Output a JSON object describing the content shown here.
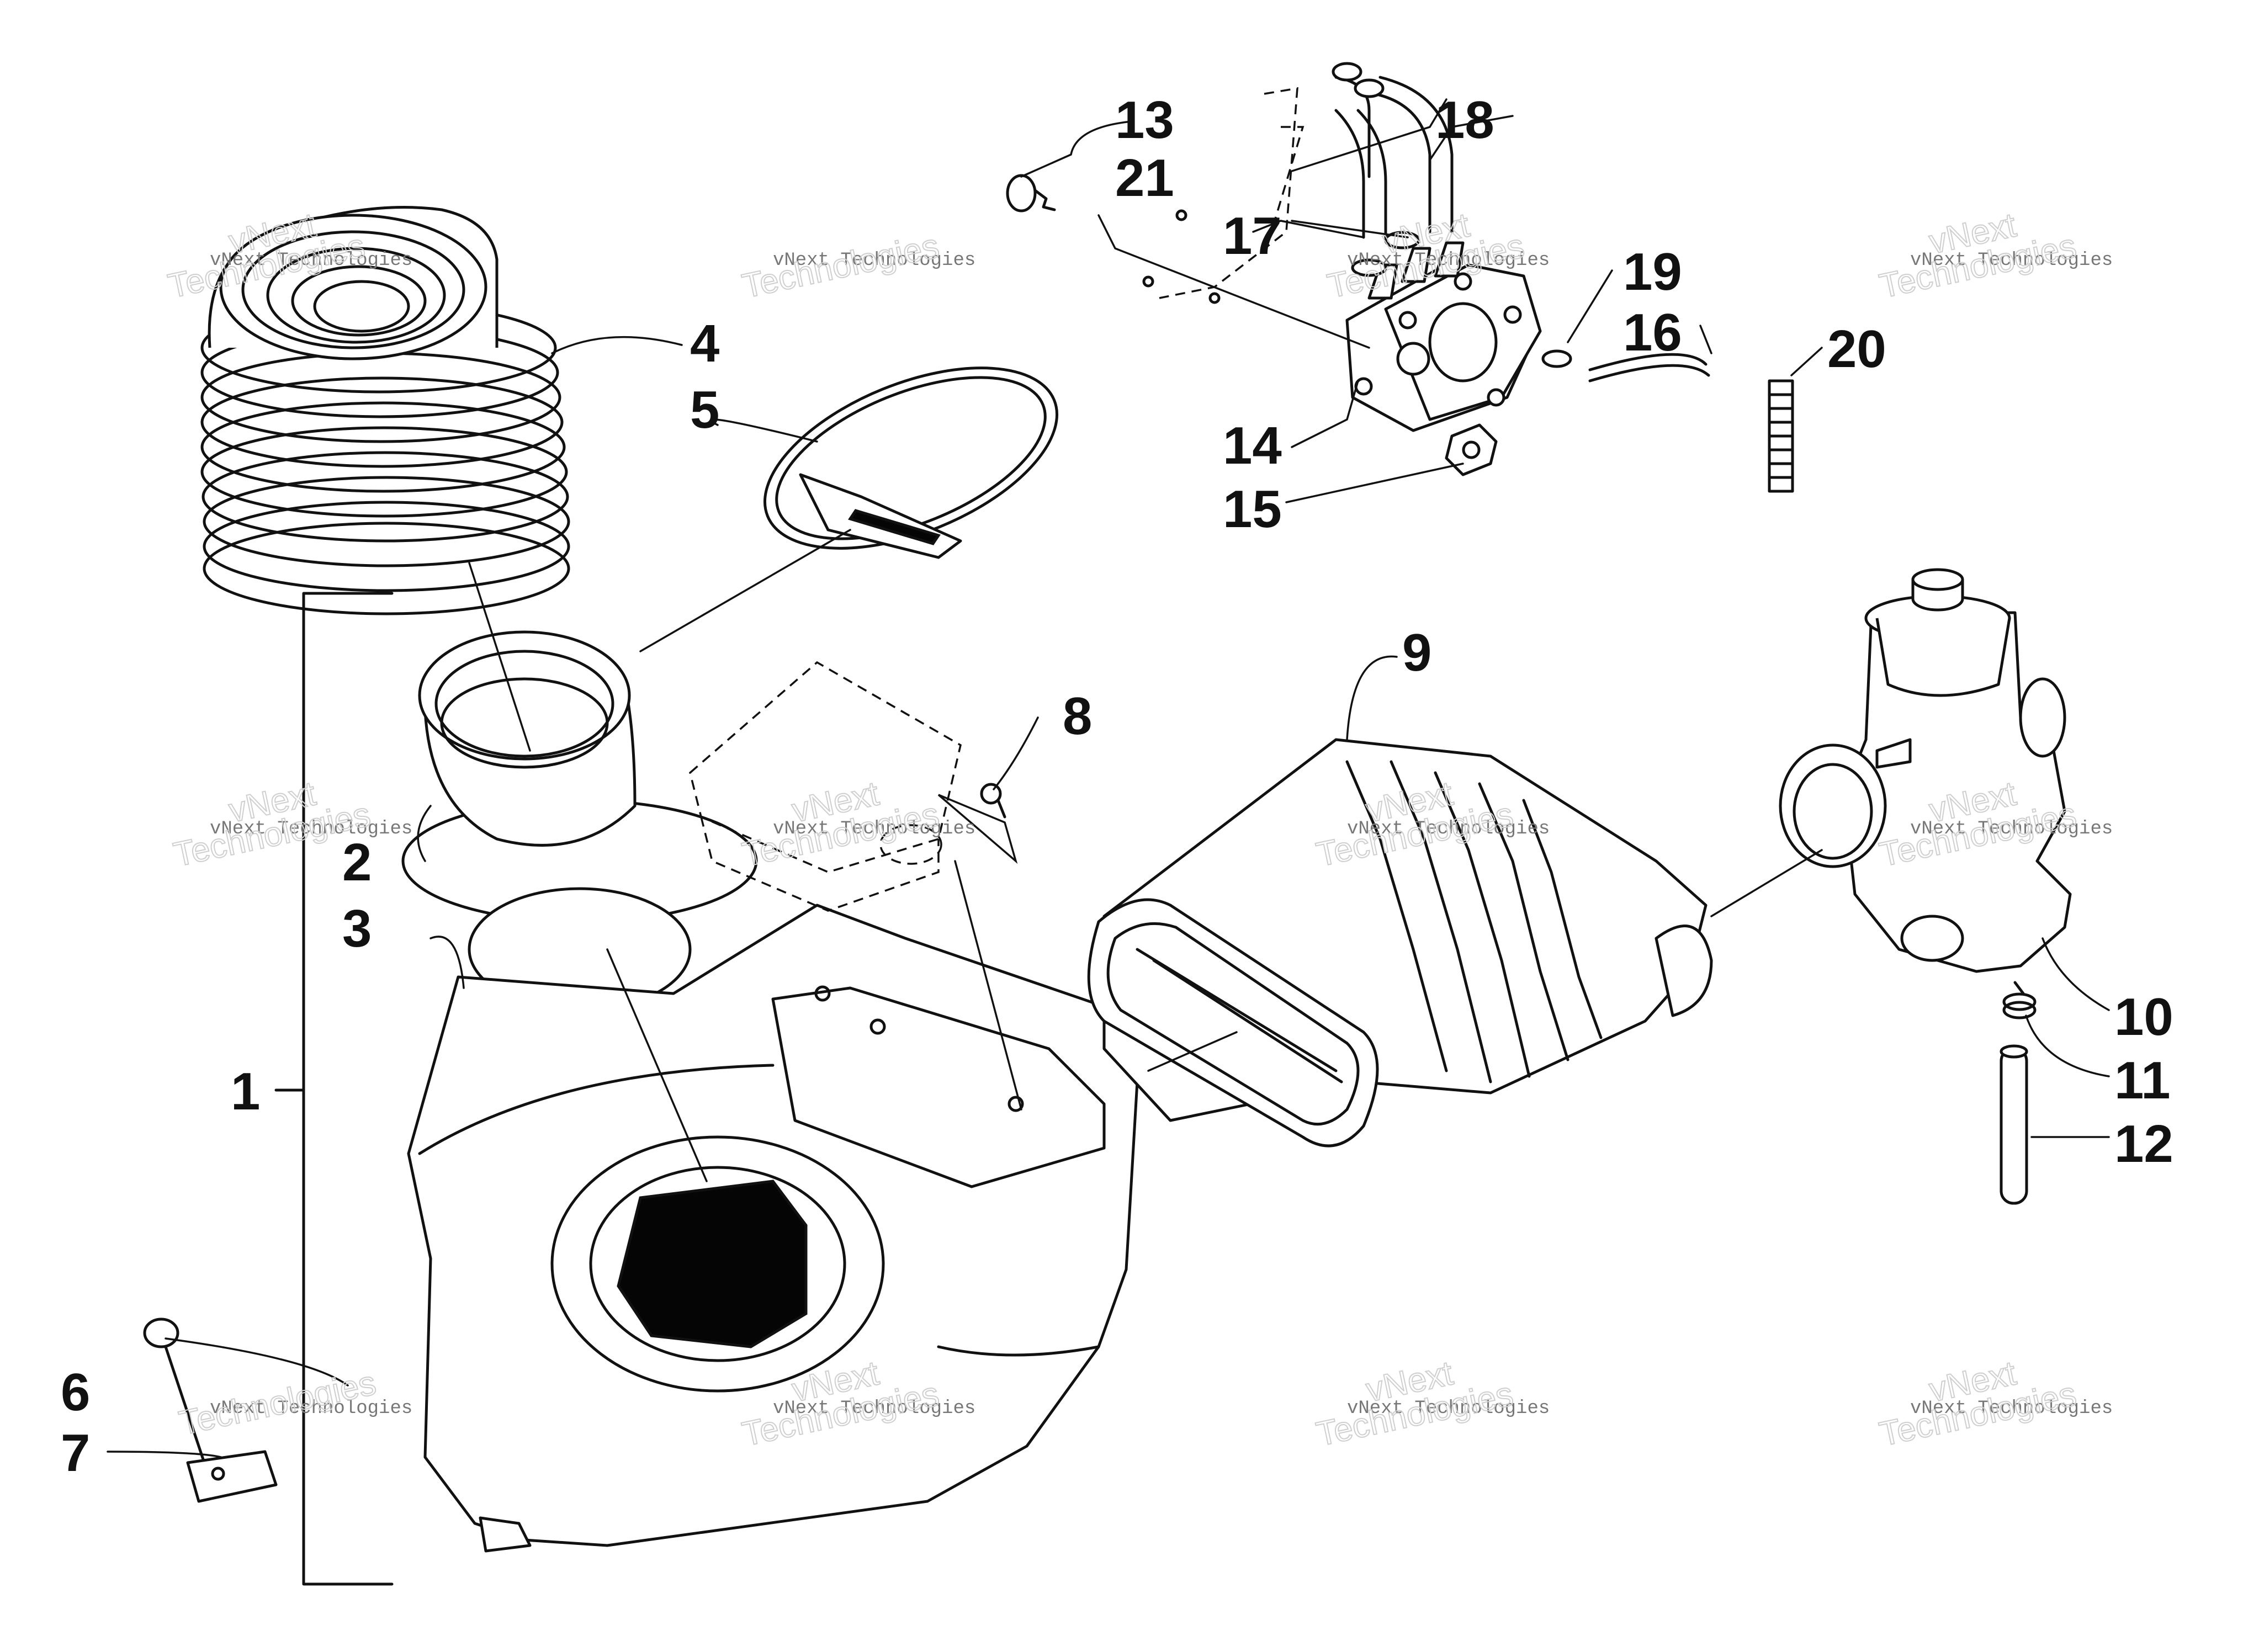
{
  "callouts": [
    "1",
    "2",
    "3",
    "4",
    "5",
    "6",
    "7",
    "8",
    "9",
    "10",
    "11",
    "12",
    "13",
    "14",
    "15",
    "16",
    "17",
    "18",
    "19",
    "20",
    "21"
  ],
  "watermark": {
    "line1": "vNext Technologies",
    "line2": "vNext",
    "line3": "Technologies"
  }
}
